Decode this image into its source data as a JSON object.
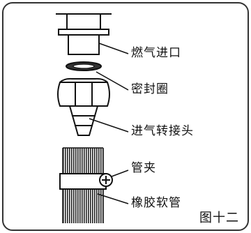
{
  "diagram": {
    "labels": {
      "gas_inlet": "燃气进口",
      "seal_ring": "密封圈",
      "adapter": "进气转接头",
      "hose_clamp": "管夹",
      "rubber_hose": "橡胶软管"
    },
    "figure_caption": "图十二"
  }
}
